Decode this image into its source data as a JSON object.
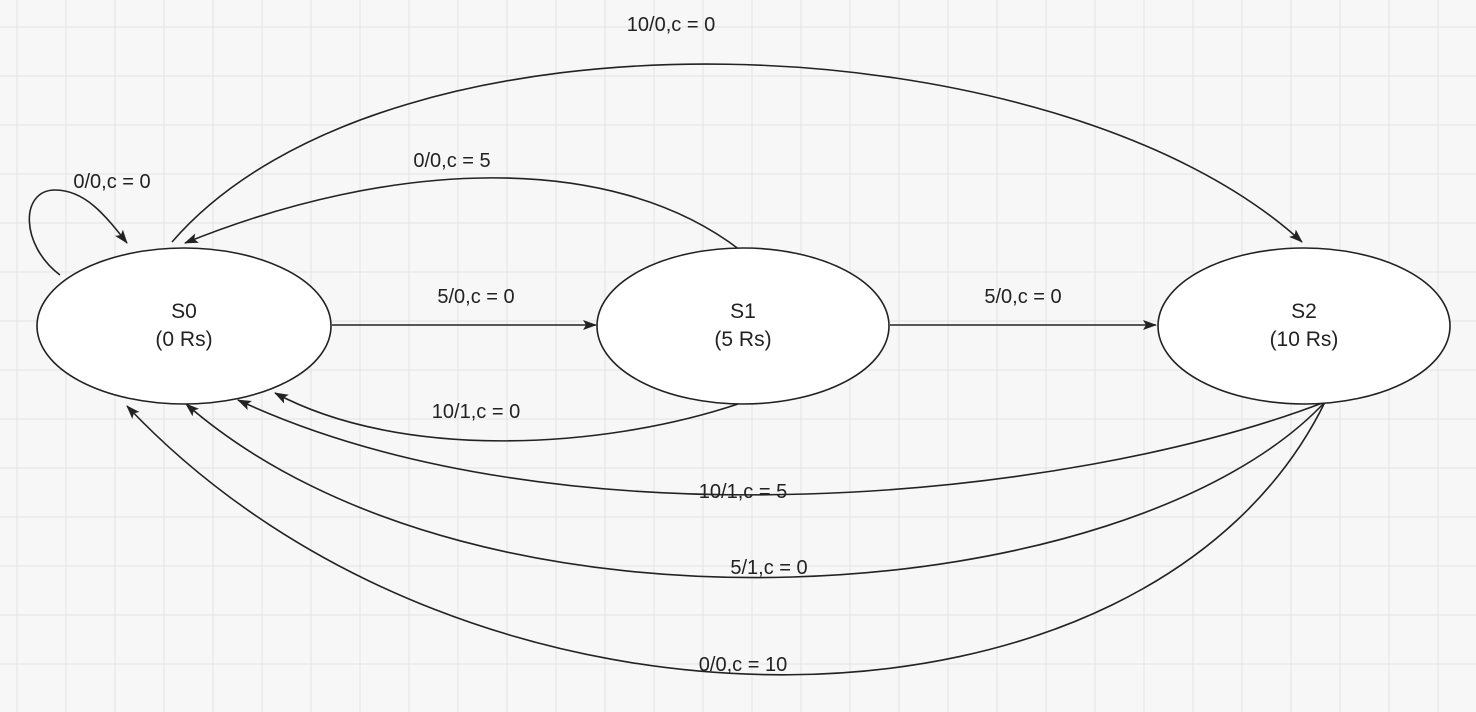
{
  "diagram": {
    "states": [
      {
        "id": "S0",
        "name": "S0",
        "value": "(0 Rs)"
      },
      {
        "id": "S1",
        "name": "S1",
        "value": "(5 Rs)"
      },
      {
        "id": "S2",
        "name": "S2",
        "value": "(10 Rs)"
      }
    ],
    "transitions": [
      {
        "id": "s0-self",
        "from": "S0",
        "to": "S0",
        "label": "0/0,c = 0"
      },
      {
        "id": "s0-s2-top",
        "from": "S0",
        "to": "S2",
        "label": "10/0,c = 0"
      },
      {
        "id": "s1-s0-top",
        "from": "S1",
        "to": "S0",
        "label": "0/0,c = 5"
      },
      {
        "id": "s0-s1",
        "from": "S0",
        "to": "S1",
        "label": "5/0,c = 0"
      },
      {
        "id": "s1-s2",
        "from": "S1",
        "to": "S2",
        "label": "5/0,c = 0"
      },
      {
        "id": "s1-s0-bottom",
        "from": "S1",
        "to": "S0",
        "label": "10/1,c = 0"
      },
      {
        "id": "s2-s0-a",
        "from": "S2",
        "to": "S0",
        "label": "10/1,c = 5"
      },
      {
        "id": "s2-s0-b",
        "from": "S2",
        "to": "S0",
        "label": "5/1,c = 0"
      },
      {
        "id": "s2-s0-c",
        "from": "S2",
        "to": "S0",
        "label": "0/0,c = 10"
      }
    ]
  },
  "colors": {
    "line": "#222222",
    "grid": "#e3e3e3",
    "background": "#f7f7f7",
    "node_fill": "#ffffff"
  }
}
